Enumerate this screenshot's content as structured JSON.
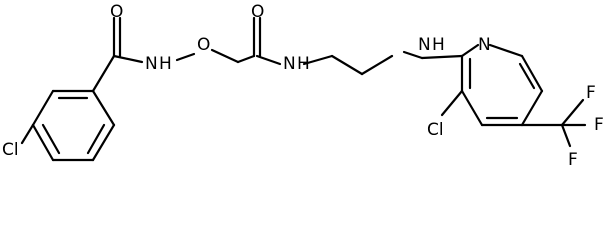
{
  "molecule": {
    "atoms": {
      "o_top_left": "O",
      "n_amide_1": "N",
      "h_amide_1": "H",
      "o_ether": "O",
      "o_top_right": "O",
      "n_amide_2": "N",
      "h_amide_2": "H",
      "n_amine": "N",
      "h_amine": "H",
      "n_pyridine": "N",
      "cl_left": "Cl",
      "cl_ring": "Cl",
      "f_top": "F",
      "f_right": "F",
      "f_bottom": "F"
    },
    "colors": {
      "bond": "#000000",
      "label": "#000000",
      "background": "#ffffff"
    }
  }
}
